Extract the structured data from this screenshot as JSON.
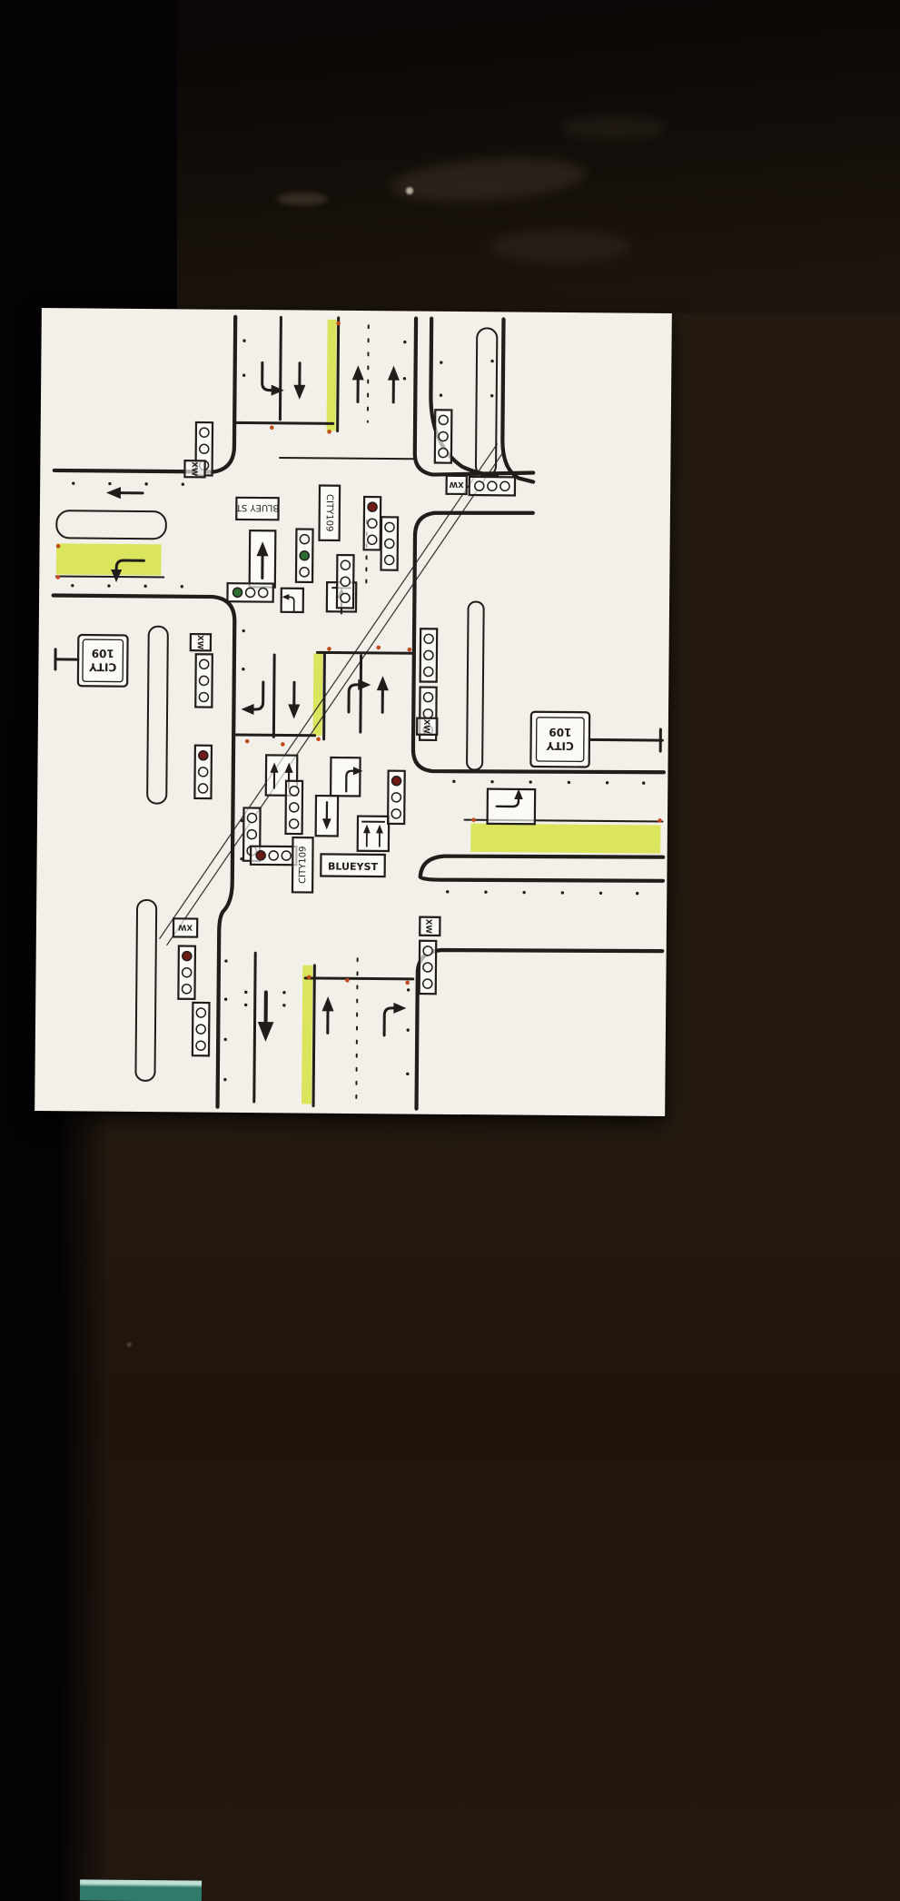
{
  "photo": {
    "labels": {
      "bluey_st_top": "BLUEY ST",
      "bluey_st_mid": "BLUEYST",
      "city109_compact_top": "CITY109",
      "city109_compact_mid": "CITY109",
      "city109_sign": {
        "line1": "CITY",
        "line2": "109"
      },
      "crosswalk": "XW"
    },
    "colors": {
      "table": "#241a11",
      "black_edge": "#050305",
      "paper": "#f3f0e9",
      "ink": "#201d1a",
      "highlighter": "#d7e24c",
      "signal_red": "#6f1b15",
      "signal_green": "#2f6e33",
      "marker_red": "#c04b1e",
      "teal": "#2f7a6a"
    }
  }
}
